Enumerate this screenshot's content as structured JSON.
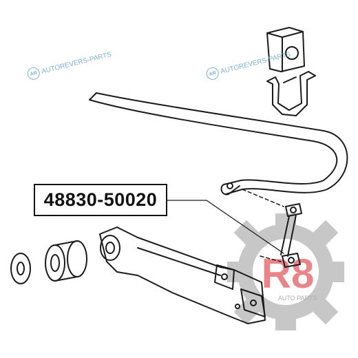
{
  "part_number": "48830-50020",
  "watermarks": [
    {
      "text": "AUTOREVERS-PARTS",
      "icon": "AR"
    },
    {
      "text": "AUTOREVERS-PARTS",
      "icon": "AR"
    }
  ],
  "logo": {
    "mark": "R8",
    "tagline": "AUTO PARTS"
  },
  "colors": {
    "line": "#1a1a1a",
    "logo_gear": "#9a9a9a",
    "logo_red": "#d8232a",
    "watermark": "#7ab0d8"
  }
}
